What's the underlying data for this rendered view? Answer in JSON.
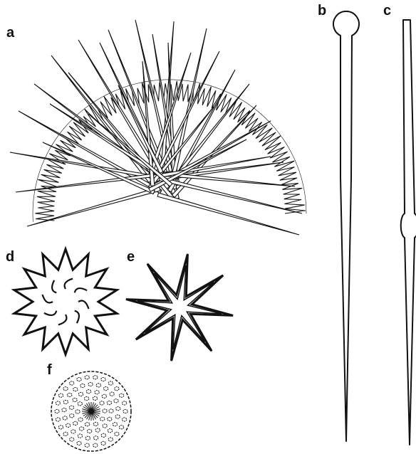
{
  "figure": {
    "panels": [
      {
        "id": "a",
        "label": "a",
        "content": "spine-tuft-on-ray-fringe"
      },
      {
        "id": "b",
        "label": "b",
        "content": "spicule-with-knob-head"
      },
      {
        "id": "c",
        "label": "c",
        "content": "spicule-with-central-swelling"
      },
      {
        "id": "d",
        "label": "d",
        "content": "many-pointed-star-aster"
      },
      {
        "id": "e",
        "label": "e",
        "content": "eight-pointed-star-aster"
      },
      {
        "id": "f",
        "label": "f",
        "content": "spheraster-with-dotted-surface"
      }
    ],
    "colors": {
      "ink": "#111111",
      "background": "#ffffff"
    }
  }
}
